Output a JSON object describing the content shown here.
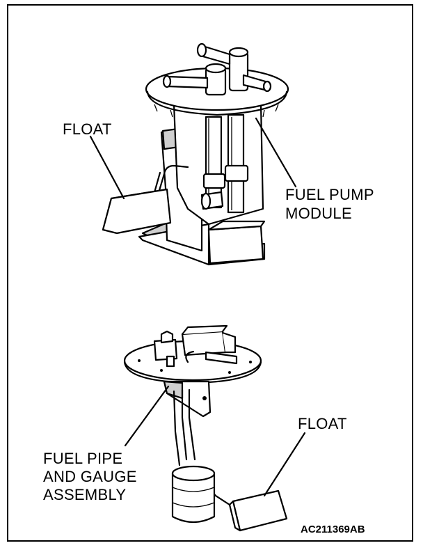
{
  "labels": {
    "float_top": "FLOAT",
    "fuel_pump_module": [
      "FUEL PUMP",
      "MODULE"
    ],
    "float_bottom": "FLOAT",
    "fuel_pipe_gauge": [
      "FUEL PIPE",
      "AND GAUGE",
      "ASSEMBLY"
    ]
  },
  "figure_code": "AC211369AB"
}
